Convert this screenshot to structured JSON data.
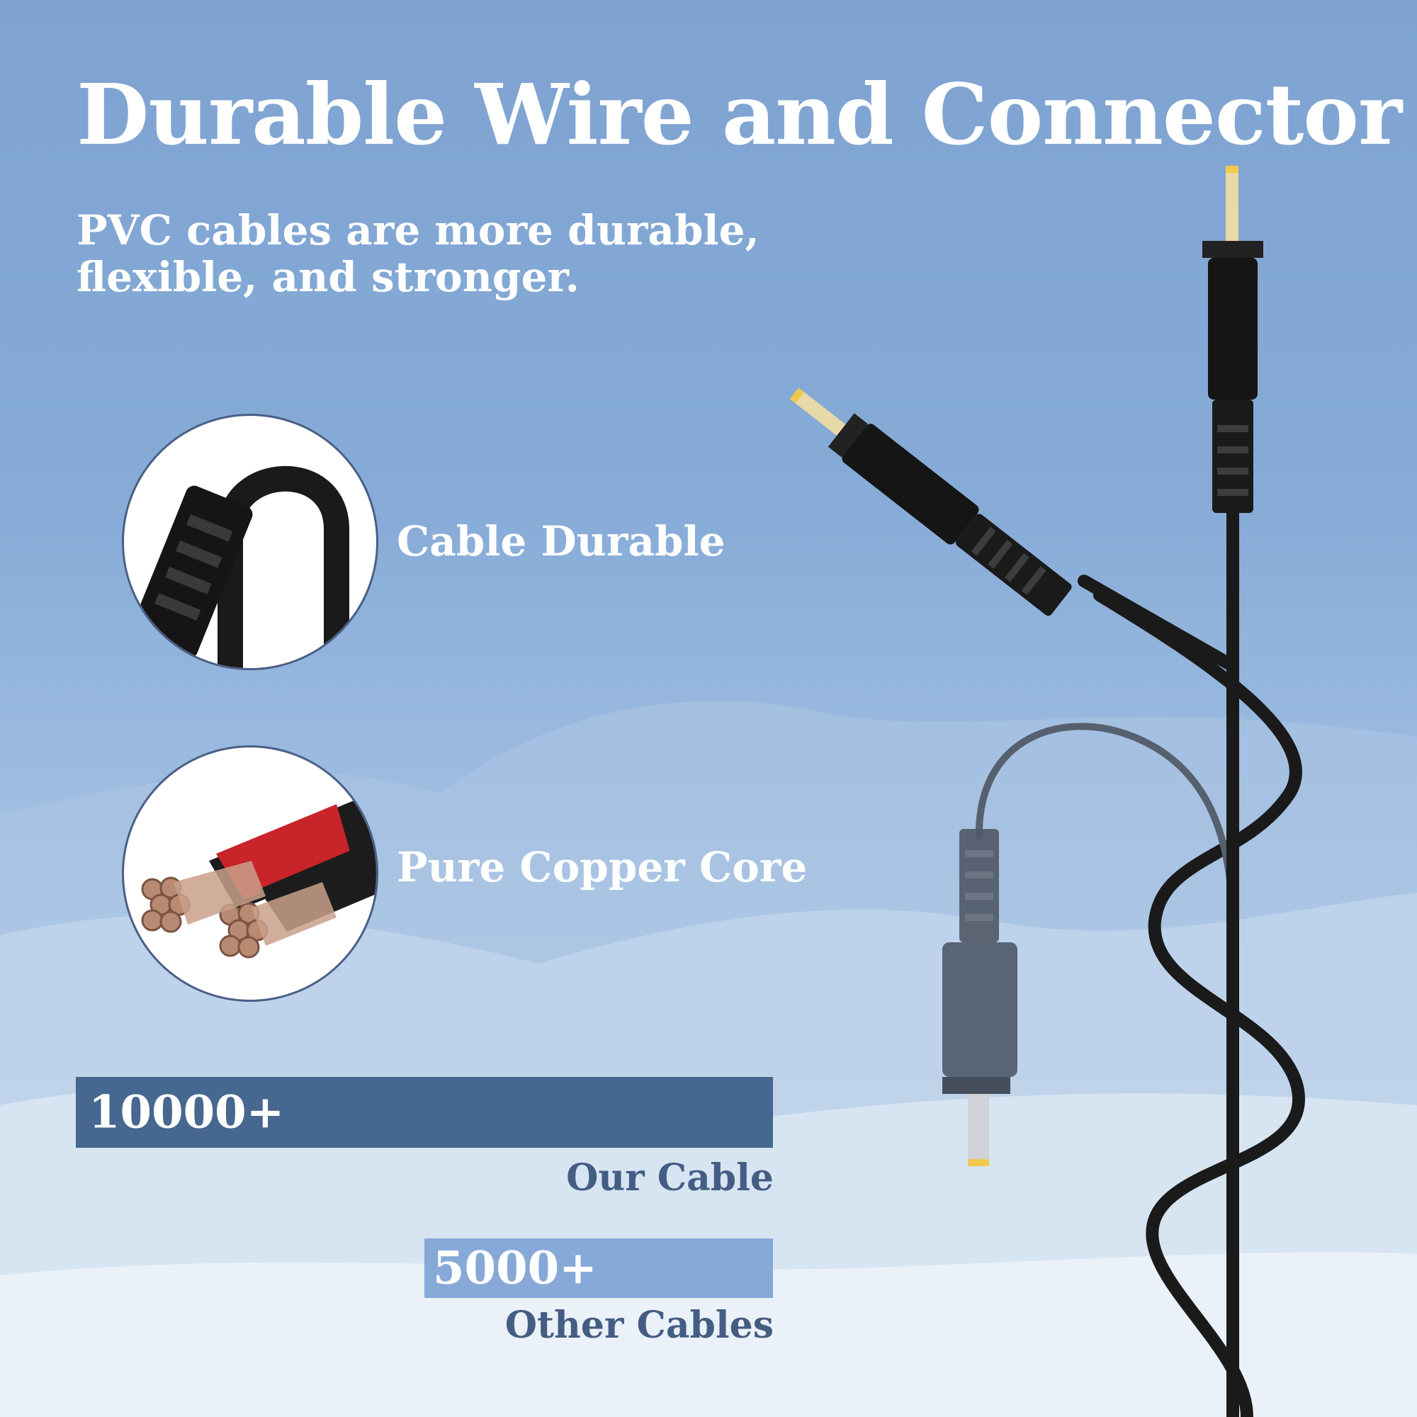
{
  "title": "Durable Wire and Connector",
  "subtitle": "PVC cables are more durable, flexible, and stronger.",
  "features": [
    {
      "label": "Cable Durable",
      "icon": "cable-bend-icon"
    },
    {
      "label": "Pure Copper Core",
      "icon": "copper-core-icon"
    }
  ],
  "comparison": {
    "max_value": 10000,
    "items": [
      {
        "value_label": "10000+",
        "value": 10000,
        "name": "Our Cable",
        "color": "#46678f"
      },
      {
        "value_label": "5000+",
        "value": 5000,
        "name": "Other Cables",
        "color": "#87a9d8"
      }
    ]
  },
  "colors": {
    "background_top": "#7ea3d1",
    "background_bottom": "#e2ecf6",
    "text_primary": "#ffffff",
    "label_text": "#445d83"
  }
}
